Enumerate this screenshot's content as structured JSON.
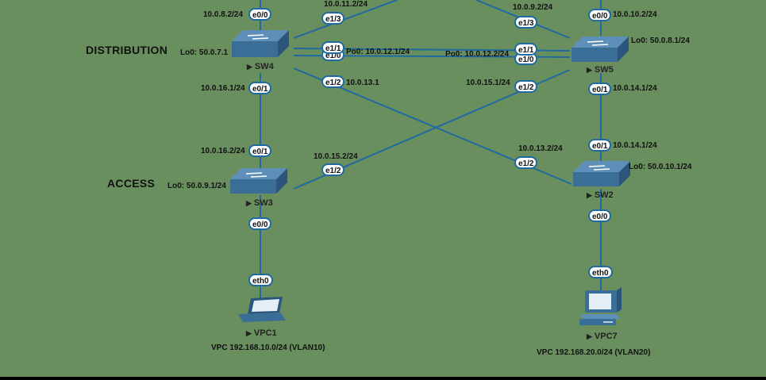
{
  "sections": {
    "distribution": "DISTRIBUTION",
    "access": "ACCESS"
  },
  "devices": {
    "sw4": {
      "name": "SW4",
      "loopback": "Lo0: 50.0.7.1"
    },
    "sw5": {
      "name": "SW5",
      "loopback": "Lo0: 50.0.8.1/24"
    },
    "sw3": {
      "name": "SW3",
      "loopback": "Lo0: 50.0.9.1/24"
    },
    "sw2": {
      "name": "SW2",
      "loopback": "Lo0: 50.0.10.1/24"
    },
    "vpc1": {
      "name": "VPC1",
      "subnet": "VPC 192.168.10.0/24 (VLAN10)"
    },
    "vpc7": {
      "name": "VPC7",
      "subnet": "VPC 192.168.20.0/24 (VLAN20)"
    }
  },
  "ports": {
    "sw4_e0_0": "e0/0",
    "sw4_e1_3": "e1/3",
    "sw4_e1_1": "e1/1",
    "sw4_e1_0": "e1/0",
    "sw4_e1_2": "e1/2",
    "sw4_e0_1": "e0/1",
    "sw5_e0_0": "e0/0",
    "sw5_e1_3": "e1/3",
    "sw5_e1_1": "e1/1",
    "sw5_e1_0": "e1/0",
    "sw5_e1_2": "e1/2",
    "sw5_e0_1": "e0/1",
    "sw3_e0_1": "e0/1",
    "sw3_e1_2": "e1/2",
    "sw3_e0_0": "e0/0",
    "sw2_e0_1": "e0/1",
    "sw2_e1_2": "e1/2",
    "sw2_e0_0": "e0/0",
    "vpc1_eth0": "eth0",
    "vpc7_eth0": "eth0"
  },
  "addresses": {
    "sw4_e0_0": "10.0.8.2/24",
    "sw4_e1_3": "10.0.11.2/24",
    "sw4_po0": "Po0: 10.0.12.1/24",
    "sw4_e1_2": "10.0.13.1",
    "sw4_e0_1": "10.0.16.1/24",
    "sw5_e1_3": "10.0.9.2/24",
    "sw5_e0_0": "10.0.10.2/24",
    "sw5_po0": "Po0: 10.0.12.2/24",
    "sw5_e1_2": "10.0.15.1/24",
    "sw5_e0_1": "10.0.14.1/24",
    "sw3_e0_1": "10.0.16.2/24",
    "sw3_e1_2": "10.0.15.2/24",
    "sw2_e1_2": "10.0.13.2/24",
    "sw2_e0_1": "10.0.14.1/24"
  },
  "colors": {
    "background": "#6a8f5e",
    "link": "#1f6aa0",
    "switch": "#3b6e96"
  }
}
